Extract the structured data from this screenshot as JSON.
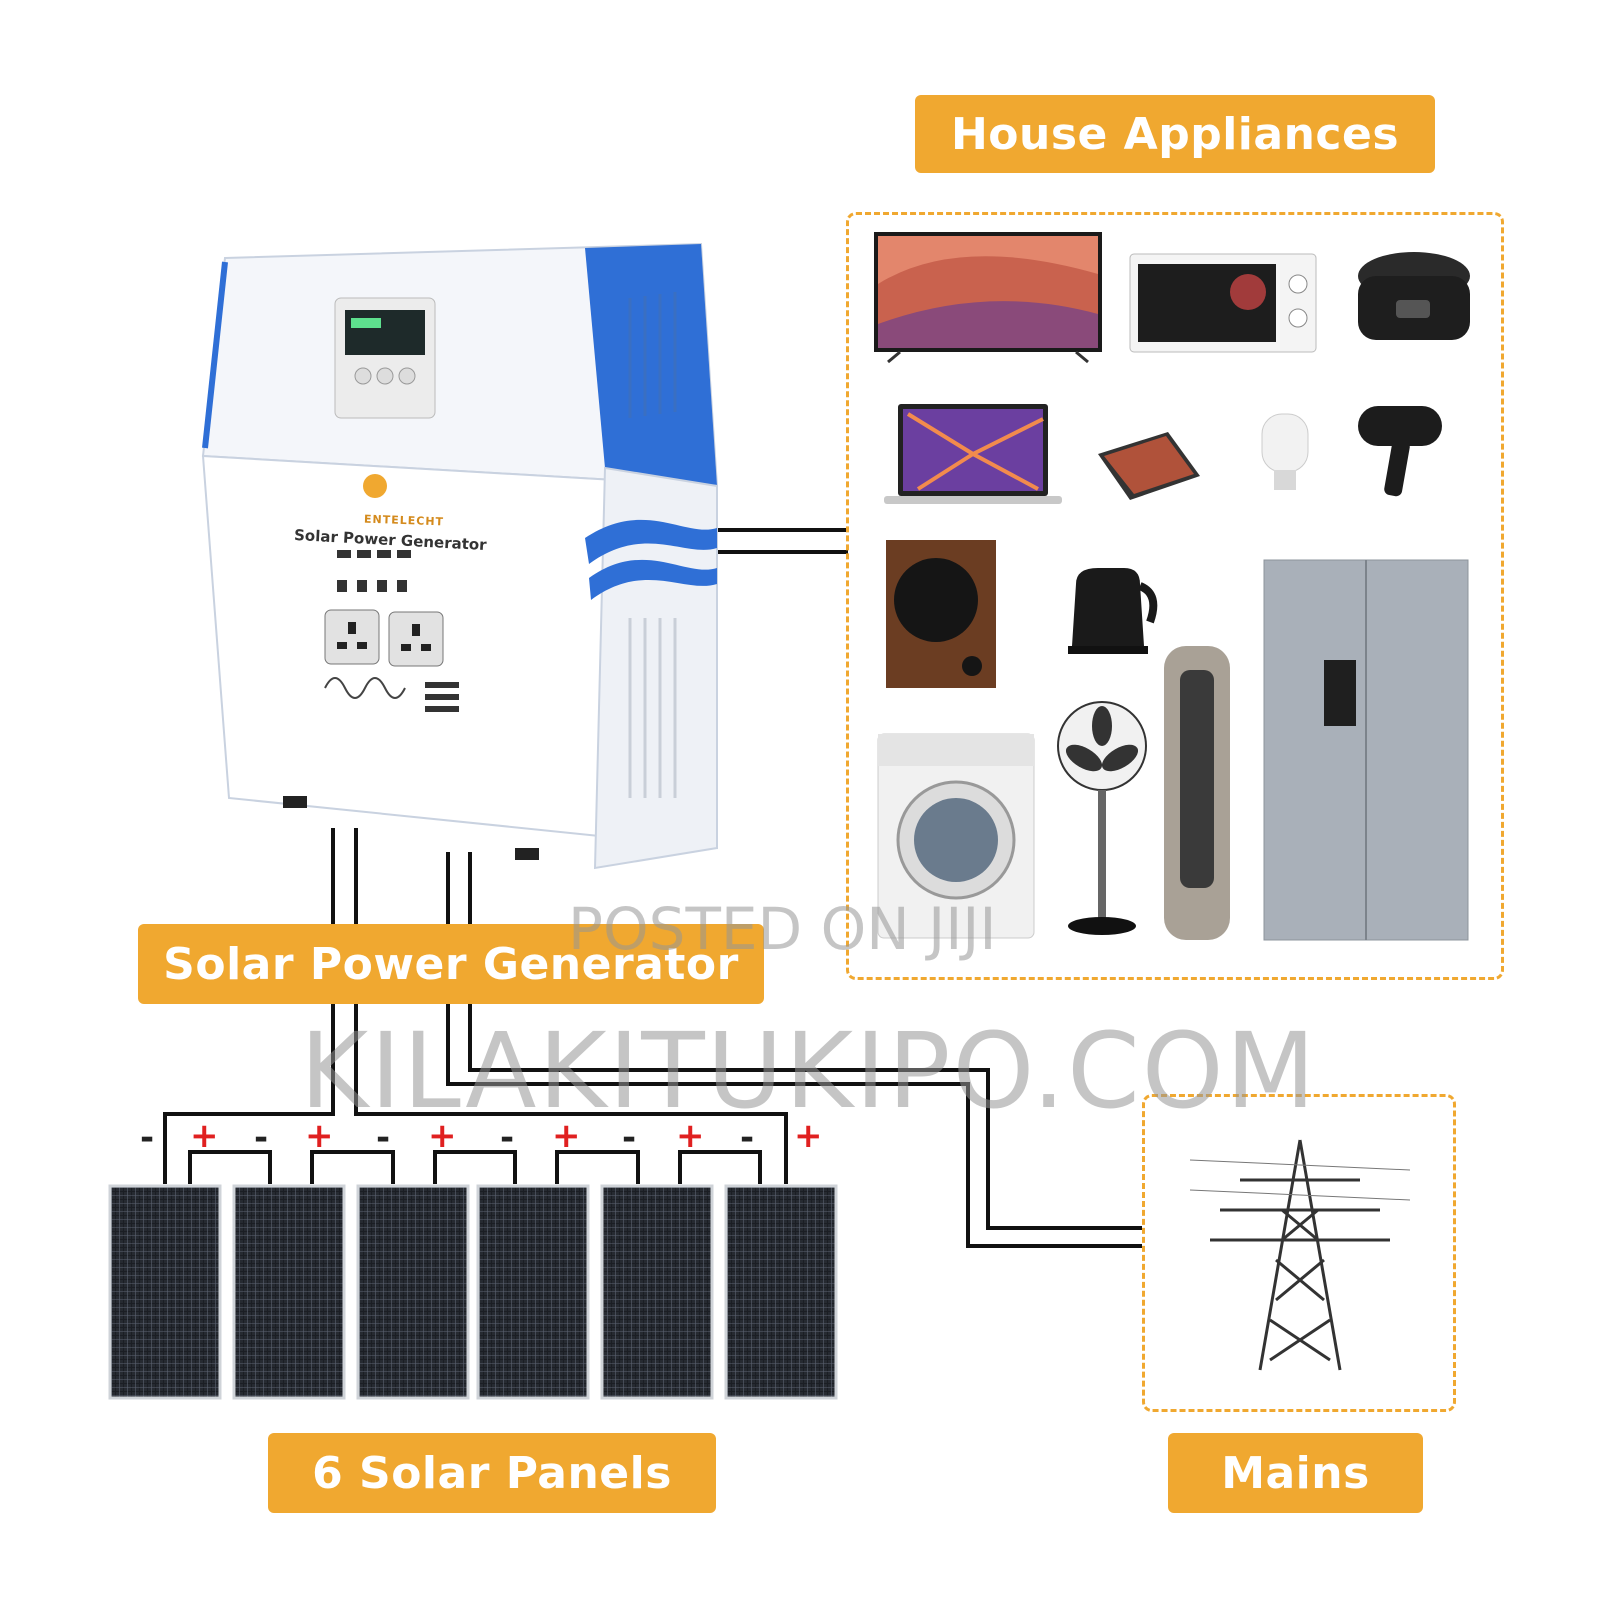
{
  "labels": {
    "house_appliances": "House Appliances",
    "solar_power_generator": "Solar Power Generator",
    "solar_panels": "6 Solar Panels",
    "mains": "Mains"
  },
  "generator": {
    "brand": "ENTELECHT",
    "product_name": "Solar Power Generator"
  },
  "panels": {
    "count": 6,
    "terminal_signs": [
      "-",
      "+",
      "-",
      "+",
      "-",
      "+",
      "-",
      "+",
      "-",
      "+",
      "-",
      "+"
    ]
  },
  "appliances": [
    "television-icon",
    "microwave-icon",
    "rice-cooker-icon",
    "laptop-icon",
    "tablet-icon",
    "light-bulb-icon",
    "hair-dryer-icon",
    "speaker-icon",
    "kettle-icon",
    "washing-machine-icon",
    "fan-icon",
    "tower-air-conditioner-icon",
    "refrigerator-icon"
  ],
  "mains_icon": "transmission-tower-icon",
  "watermark": {
    "line1": "POSTED ON JIJI",
    "line2": "KILAKITUKIPO.COM"
  },
  "colors": {
    "accent": "#f0a830",
    "generator_blue": "#2f6fd6",
    "plus": "#e02020",
    "minus": "#222222",
    "wire": "#111111"
  }
}
